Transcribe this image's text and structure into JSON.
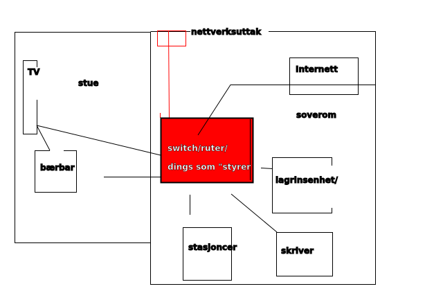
{
  "diagram": {
    "title_outlet": "nettverksuttak",
    "rooms": {
      "living_room": "stue",
      "bedroom": "soverom"
    },
    "devices": {
      "tv": "TV",
      "laptop": "bærbar",
      "internet": "Internett",
      "switch_line1": "switch/ruter/",
      "switch_line2": "dings som \"styrer",
      "storage": "lagrinsenhet/",
      "desktop": "stasjoncer",
      "printer": "skriver"
    },
    "colors": {
      "switch_fill": "#ff0000",
      "outlet_line": "#ff0000",
      "line": "#000000"
    }
  }
}
